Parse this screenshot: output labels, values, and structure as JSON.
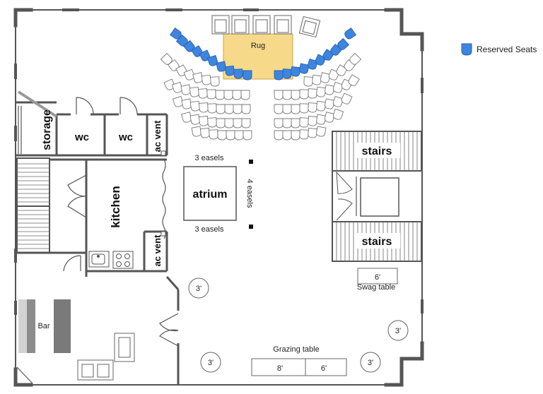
{
  "labels": {
    "rug": "Rug",
    "storage": "storage",
    "wc1": "wc",
    "wc2": "wc",
    "ac_vent_top": "ac vent",
    "ac_vent_bottom": "ac vent",
    "kitchen": "kitchen",
    "atrium": "atrium",
    "easels_top": "3 easels",
    "easels_bottom": "3 easels",
    "easels_side": "4 easels",
    "stairs_top": "stairs",
    "stairs_bottom": "stairs",
    "swag_table_size": "6'",
    "swag_table": "Swag table",
    "bar": "Bar",
    "grazing_table": "Grazing table",
    "grazing_8": "8'",
    "grazing_6": "6'",
    "round_table_1": "3'",
    "round_table_2": "3'",
    "round_table_3": "3'",
    "round_table_4": "3'"
  },
  "legend": {
    "reserved_label": "Reserved Seats",
    "reserved_color": "#3d86e0"
  },
  "colors": {
    "wall": "#555555",
    "rug": "#f7d98a",
    "reserved_seat": "#3d86e0",
    "bar_light": "#cfcfcf",
    "bar_dark": "#7a7a7a"
  }
}
